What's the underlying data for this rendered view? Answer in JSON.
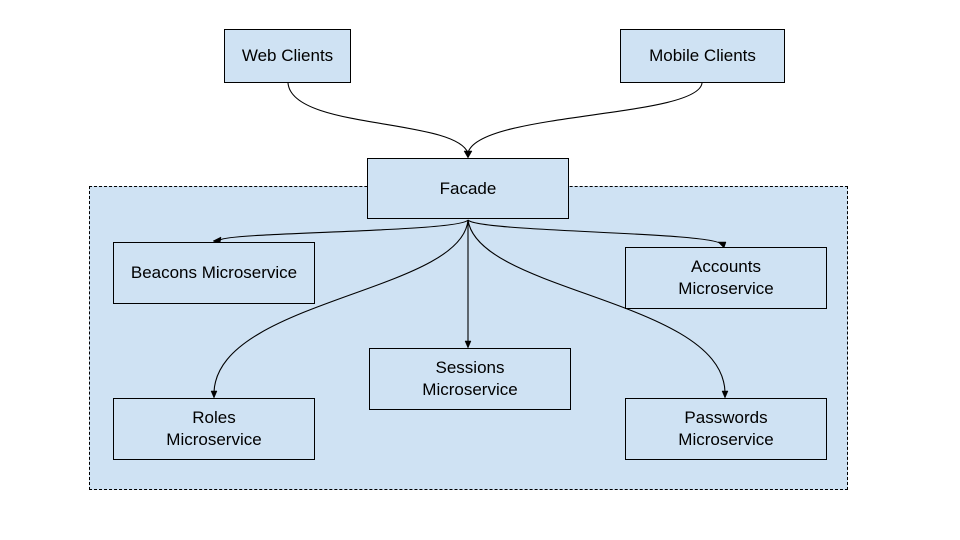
{
  "diagram": {
    "colors": {
      "node_fill": "#cfe2f3",
      "stroke": "#000000",
      "background": "#ffffff"
    },
    "nodes": {
      "web_clients": "Web Clients",
      "mobile_clients": "Mobile Clients",
      "facade": "Facade",
      "beacons": "Beacons Microservice",
      "accounts": "Accounts\nMicroservice",
      "sessions": "Sessions\nMicroservice",
      "roles": "Roles\nMicroservice",
      "passwords": "Passwords\nMicroservice"
    },
    "edges": [
      {
        "from": "web_clients",
        "to": "facade"
      },
      {
        "from": "mobile_clients",
        "to": "facade"
      },
      {
        "from": "facade",
        "to": "beacons"
      },
      {
        "from": "facade",
        "to": "accounts"
      },
      {
        "from": "facade",
        "to": "sessions"
      },
      {
        "from": "facade",
        "to": "roles"
      },
      {
        "from": "facade",
        "to": "passwords"
      }
    ]
  }
}
